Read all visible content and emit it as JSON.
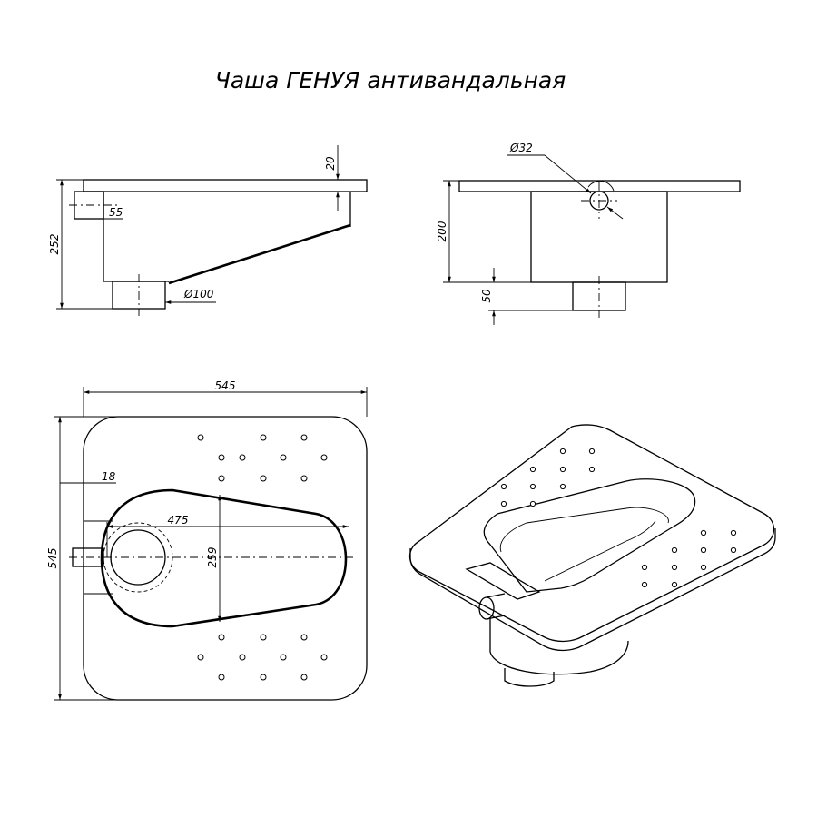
{
  "title": "Чаша ГЕНУЯ антивандальная",
  "side_view": {
    "dim_top_plate": "20",
    "dim_outlet_wall": "55",
    "dim_height": "252",
    "dim_outlet_diameter": "Ø100"
  },
  "front_view": {
    "dim_inlet_diameter": "Ø32",
    "dim_height": "200",
    "dim_outlet_height": "50"
  },
  "top_view": {
    "dim_width": "545",
    "dim_depth": "545",
    "dim_offset": "18",
    "dim_bowl_length": "475",
    "dim_bowl_width": "259"
  },
  "colors": {
    "line": "#000000",
    "background": "#ffffff"
  }
}
